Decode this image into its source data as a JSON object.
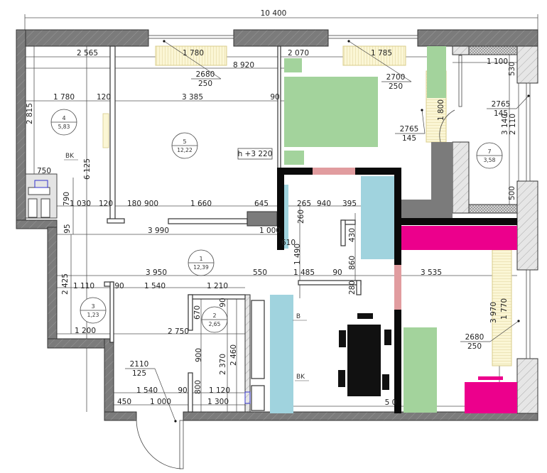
{
  "plan": {
    "overall_width": "10 400",
    "ceiling_height": "h +3 220",
    "colors": {
      "wall": "#7b7b7b",
      "green": "#a3d39c",
      "blue": "#a0d3de",
      "magenta": "#ec008c",
      "pink": "#e19c9f",
      "black": "#0a0a0a"
    },
    "rooms": [
      {
        "number": "4",
        "area": "5,83"
      },
      {
        "number": "5",
        "area": "12,22"
      },
      {
        "number": "7",
        "area": "3,58"
      },
      {
        "number": "1",
        "area": "12,39"
      },
      {
        "number": "3",
        "area": "1,23"
      },
      {
        "number": "2",
        "area": "2,65"
      }
    ],
    "openings": [
      {
        "height": "2680",
        "width": "250"
      },
      {
        "height": "2700",
        "width": "250"
      },
      {
        "height": "2765",
        "width": "145"
      },
      {
        "height": "2765",
        "width": "145"
      },
      {
        "height": "2680",
        "width": "250"
      },
      {
        "height": "2110",
        "width": "125"
      }
    ],
    "tags": [
      "BK",
      "B",
      "BK"
    ],
    "dimensions": [
      "2 565",
      "1 780",
      "8 920",
      "2 070",
      "1 785",
      "1 100",
      "530",
      "1 780",
      "120",
      "3 385",
      "90",
      "2 815",
      "1 800",
      "3 140",
      "2 110",
      "750",
      "6 125",
      "790",
      "1 030",
      "120",
      "180",
      "900",
      "1 660",
      "645",
      "265",
      "940",
      "395",
      "500",
      "95",
      "3 990",
      "1 000",
      "260",
      "610",
      "430",
      "1 490",
      "860",
      "3 950",
      "550",
      "1 485",
      "90",
      "3 535",
      "2 425",
      "1 110",
      "90",
      "1 540",
      "1 210",
      "280",
      "670",
      "90",
      "1 200",
      "2 750",
      "900",
      "2 370",
      "2 460",
      "3 970",
      "1 770",
      "1 540",
      "90",
      "800",
      "1 120",
      "450",
      "1 000",
      "1 300",
      "5    0"
    ]
  }
}
